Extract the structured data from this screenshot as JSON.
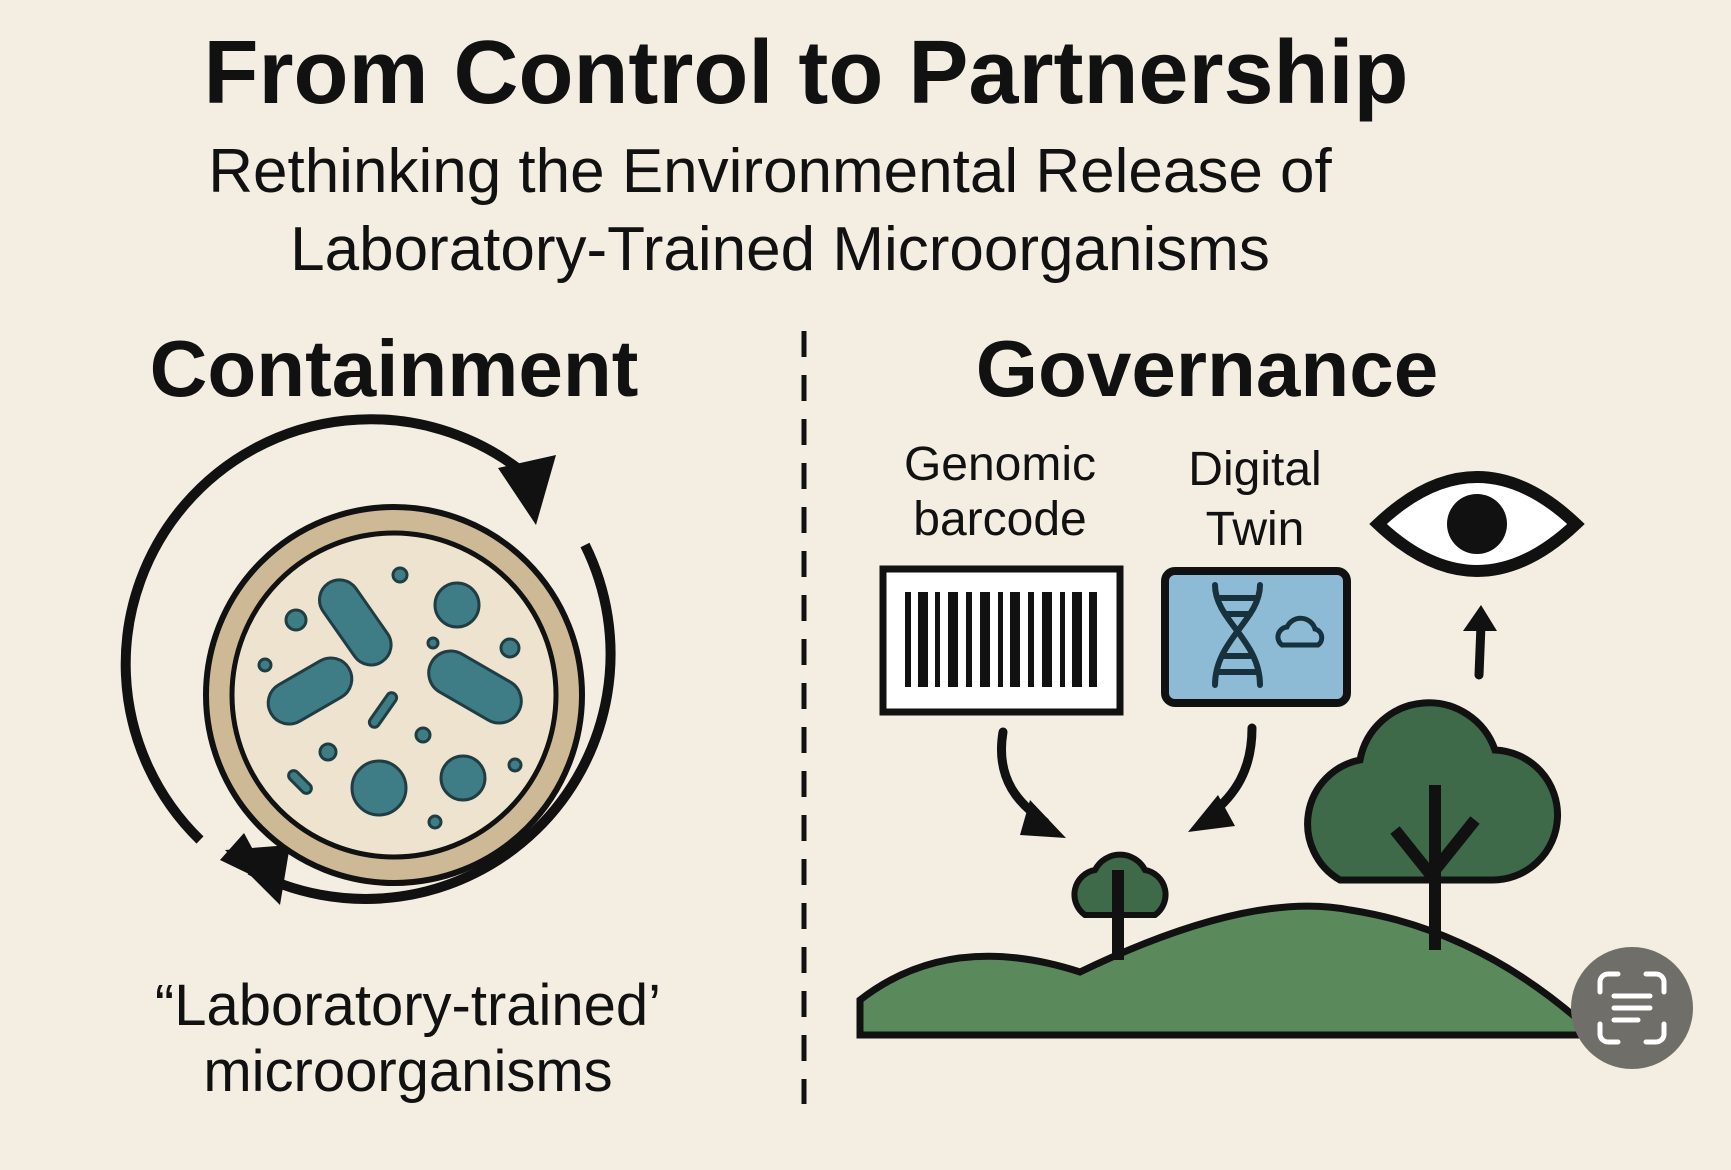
{
  "title": "From Control to Partnership",
  "subtitle": {
    "line1": "Rethinking the Environmental Release of",
    "line2": "Laboratory-Trained Microorganisms"
  },
  "left": {
    "heading": "Containment",
    "caption_line1": "“Laboratory-trained’",
    "caption_line2": "microorganisms"
  },
  "right": {
    "heading": "Governance",
    "barcode_label_line1": "Genomic",
    "barcode_label_line2": "barcode",
    "twin_label_line1": "Digital",
    "twin_label_line2": "Twin"
  },
  "colors": {
    "background": "#f4ede2",
    "microbe": "#3f7d86",
    "dish_rim": "#cdb995",
    "dish_fill": "#ede3cf",
    "twin_screen": "#8dbbd6",
    "tree": "#3f6a4a",
    "hill": "#5a8a5c",
    "scan_button": "#6f6e69"
  },
  "icons": [
    "cycle-arrows-icon",
    "petri-dish-icon",
    "barcode-icon",
    "dna-icon",
    "cloud-icon",
    "eye-icon",
    "tree-icon",
    "scan-text-icon"
  ]
}
